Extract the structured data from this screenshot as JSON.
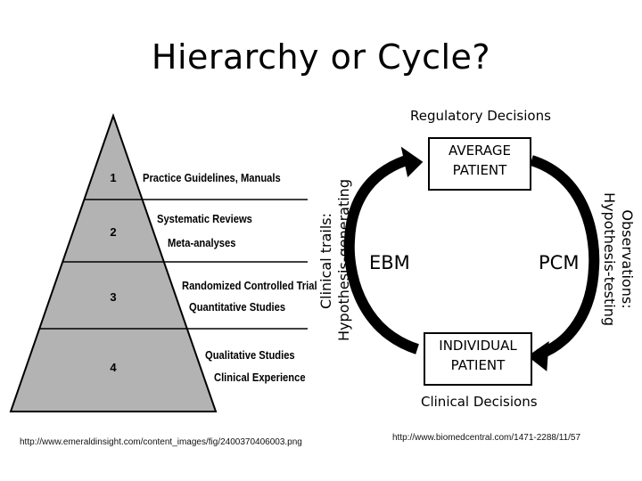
{
  "title": "Hierarchy or Cycle?",
  "pyramid": {
    "levels": [
      {
        "number": "1",
        "lines": [
          "Practice Guidelines, Manuals"
        ]
      },
      {
        "number": "2",
        "lines": [
          "Systematic Reviews",
          "Meta-analyses"
        ]
      },
      {
        "number": "3",
        "lines": [
          "Randomized Controlled Trial",
          "Quantitative Studies"
        ]
      },
      {
        "number": "4",
        "lines": [
          "Qualitative Studies",
          "Clinical Experience"
        ]
      }
    ],
    "fill_color": "#b3b3b3",
    "source": "http://www.emeraldinsight.com/content_images/fig/2400370406003.png"
  },
  "cycle": {
    "top_label": "Regulatory Decisions",
    "top_box": [
      "AVERAGE",
      "PATIENT"
    ],
    "bottom_box": [
      "INDIVIDUAL",
      "PATIENT"
    ],
    "bottom_label": "Clinical Decisions",
    "left_label": "EBM",
    "right_label": "PCM",
    "left_side": [
      "Clinical trails:",
      "Hypothesis-generating"
    ],
    "right_side": [
      "Observations:",
      "Hypothesis-testing"
    ],
    "source": "http://www.biomedcentral.com/1471-2288/11/57"
  }
}
